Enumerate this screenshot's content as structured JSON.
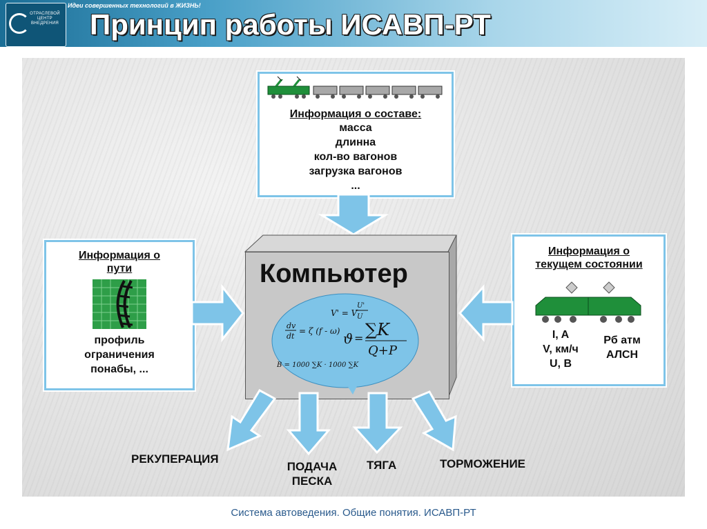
{
  "header": {
    "title": "Принцип работы ИСАВП-РТ",
    "slogan": "Идеи совершенных технологий в ЖИЗНЬ!",
    "logo_text": "ОТРАСЛЕВОЙ ЦЕНТР ВНЕДРЕНИЯ"
  },
  "top_box": {
    "heading": "Информация о составе:",
    "items": [
      "масса",
      "длинна",
      "кол-во вагонов",
      "загрузка вагонов",
      "..."
    ]
  },
  "left_box": {
    "heading_line1": "Информация о",
    "heading_line2": "пути",
    "items": [
      "профиль",
      "ограничения",
      "понабы, ..."
    ]
  },
  "right_box": {
    "heading_line1": "Информация о",
    "heading_line2": "текущем состоянии",
    "col1": [
      "I, A",
      "V, км/ч",
      "U, B"
    ],
    "col2": [
      "Рб атм",
      "АЛСН"
    ]
  },
  "computer": {
    "label": "Компьютер"
  },
  "outputs": {
    "recuperation": "РЕКУПЕРАЦИЯ",
    "sand_line1": "ПОДАЧА",
    "sand_line2": "ПЕСКА",
    "traction": "ТЯГА",
    "braking": "ТОРМОЖЕНИЕ"
  },
  "footer": "Система автоведения. Общие понятия. ИСАВП-РТ",
  "colors": {
    "arrow_fill": "#7ec4e8",
    "box_border": "#7ec4e8",
    "locomotive": "#1f8f3a",
    "wagon": "#a8a8a8",
    "formula_ellipse": "#7ec4e8",
    "track_green": "#2e9e48"
  }
}
